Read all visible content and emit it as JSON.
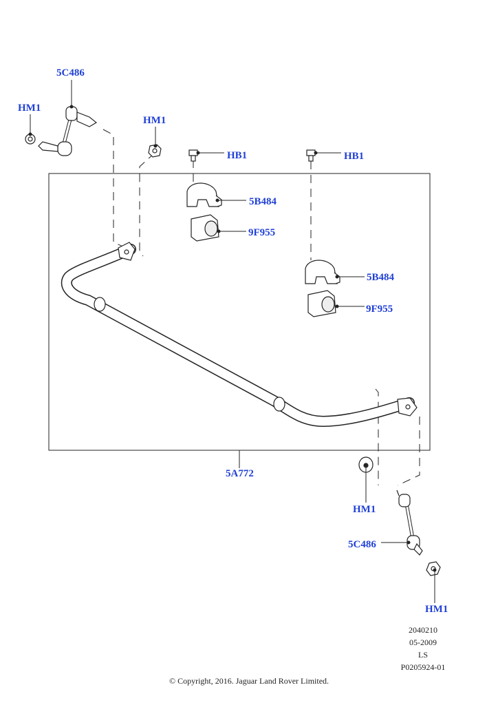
{
  "callouts": {
    "link_left": "5C486",
    "nut_left_top": "HM1",
    "nut_left_mid": "HM1",
    "bolt_left": "HB1",
    "bolt_right": "HB1",
    "clamp_left": "5B484",
    "bush_left": "9F955",
    "clamp_right": "5B484",
    "bush_right": "9F955",
    "bar": "5A772",
    "nut_right_mid": "HM1",
    "link_right": "5C486",
    "nut_right_bottom": "HM1"
  },
  "footer": {
    "code": "2040210",
    "date": "05-2009",
    "model": "LS",
    "ref": "P0205924-01",
    "copyright": "© Copyright, 2016. Jaguar Land Rover Limited."
  },
  "colors": {
    "callout": "#1f3fd6",
    "line": "#222222"
  }
}
